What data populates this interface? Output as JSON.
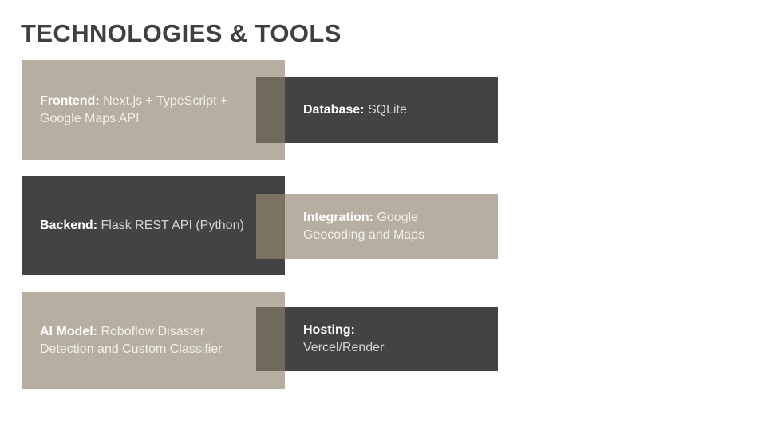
{
  "title": "TECHNOLOGIES & TOOLS",
  "palette": {
    "background": "#ffffff",
    "title_text": "#404041",
    "tan_card": "#b6aea0",
    "dark_card": "#434345",
    "overlap_accent_rows_1_3": "#6f6a5b",
    "overlap_accent_row_2": "#7a7263",
    "label_text": "#ffffff",
    "body_text_on_dark": "#d6d4d2",
    "body_text_on_tan": "#f2f0ea"
  },
  "rows": [
    {
      "left": {
        "style": "tan",
        "label": "Frontend:",
        "text": "Next.js + TypeScript + Google Maps API"
      },
      "right": {
        "style": "dark",
        "label": "Database:",
        "text": "SQLite"
      }
    },
    {
      "left": {
        "style": "dark",
        "label": "Backend:",
        "text": "Flask REST API  (Python)"
      },
      "right": {
        "style": "tan",
        "label": "Integration:",
        "text": "Google Geocoding and Maps"
      }
    },
    {
      "left": {
        "style": "tan",
        "label": "AI Model:",
        "text": "Roboflow Disaster Detection and Custom Classifier"
      },
      "right": {
        "style": "dark",
        "label": "Hosting:",
        "text": "Vercel/Render"
      }
    }
  ]
}
